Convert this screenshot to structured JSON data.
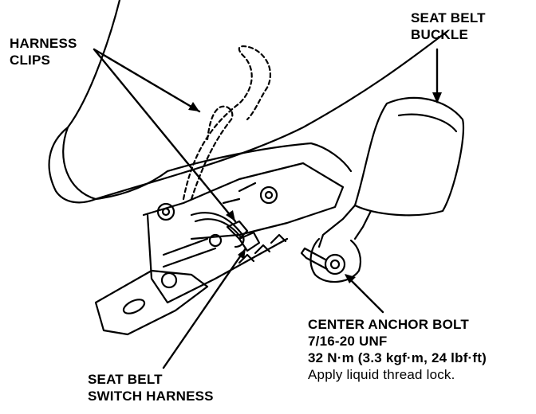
{
  "labels": {
    "harness_clips": {
      "line1": "HARNESS",
      "line2": "CLIPS"
    },
    "seat_belt_buckle": {
      "line1": "SEAT BELT",
      "line2": "BUCKLE"
    },
    "center_anchor_bolt": {
      "title": "CENTER ANCHOR BOLT",
      "thread": "7/16-20 UNF",
      "torque": "32 N·m (3.3 kgf·m, 24 lbf·ft)",
      "note": "Apply liquid thread lock."
    },
    "seat_belt_switch_harness": {
      "line1": "SEAT BELT",
      "line2": "SWITCH HARNESS"
    }
  },
  "colors": {
    "ink": "#000000",
    "paper": "#ffffff"
  }
}
